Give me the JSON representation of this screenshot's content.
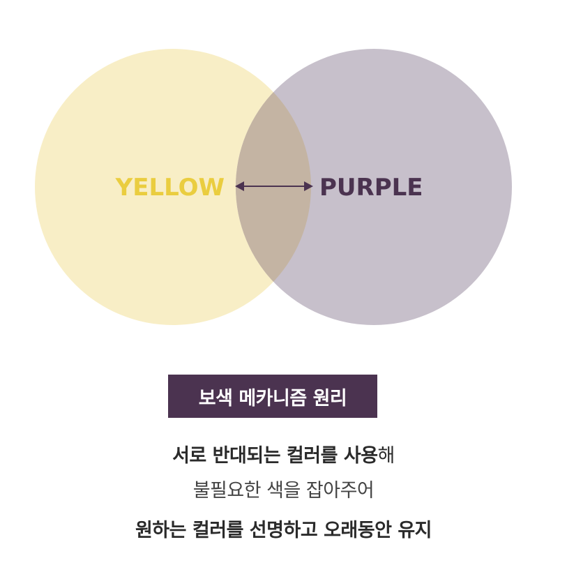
{
  "diagram": {
    "left_label": "YELLOW",
    "right_label": "PURPLE",
    "colors": {
      "yellow_circle": "#f8eec6",
      "purple_circle": "#c7c0cb",
      "overlap": "#c4b4a3",
      "yellow_text": "#eacd3f",
      "purple_text": "#4b3350",
      "arrow": "#4b3350"
    }
  },
  "title": {
    "text": "보색 메카니즘 원리",
    "background": "#4b3350"
  },
  "description": {
    "line1_bold": "서로 반대되는 컬러를 사용",
    "line1_tail": "해",
    "line2": "불필요한 색을 잡아주어",
    "line3": "원하는 컬러를 선명하고 오래동안 유지"
  }
}
